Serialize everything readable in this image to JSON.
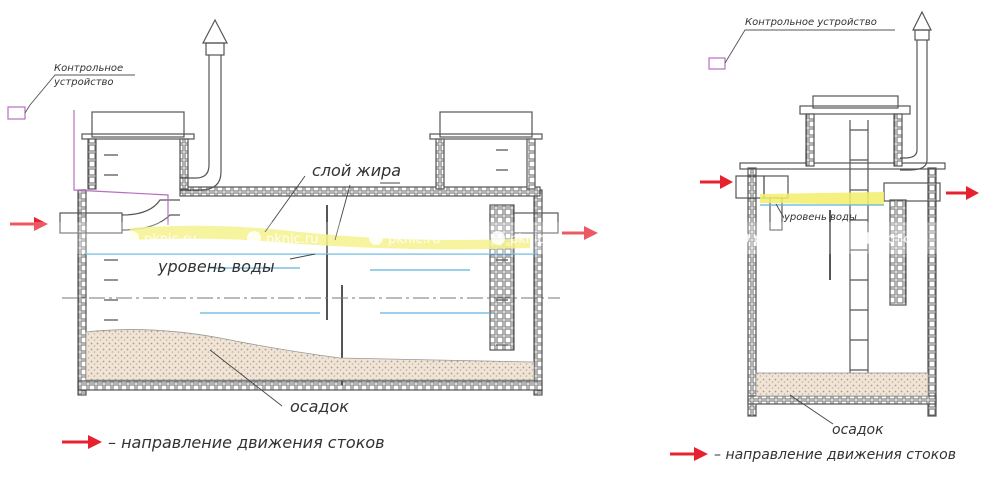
{
  "diagram": {
    "left": {
      "control_device": "Контрольное устройство",
      "grease_layer": "слой жира",
      "water_level": "уровень воды",
      "sediment": "осадок"
    },
    "right": {
      "control_device": "Контрольное устройство",
      "water_level": "уровень воды",
      "sediment": "осадок"
    },
    "legend": {
      "left": "– направление движения стоков",
      "right": "– направление движения стоков"
    },
    "watermark": "pknic.ru",
    "colors": {
      "flow_arrow": "#e8212e",
      "grease": "#f2ee6a",
      "water": "#5fb4e0",
      "control_device": "#b86fc0",
      "outline": "#555555",
      "sediment": "#d9c9b4"
    }
  }
}
